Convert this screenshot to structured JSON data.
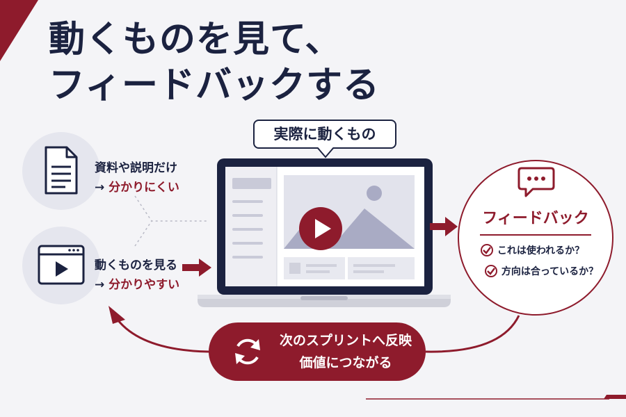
{
  "title": {
    "line1": "動くものを見て、",
    "line2": "フィードバックする"
  },
  "document_block": {
    "icon": "document-icon",
    "line1": "資料や説明だけ",
    "arrow": "→",
    "line2": "分かりにくい"
  },
  "video_block": {
    "icon": "video-player-icon",
    "line1": "動くものを見る",
    "arrow": "→",
    "line2": "分かりやすい"
  },
  "laptop": {
    "callout": "実際に動くもの",
    "icon": "play-icon"
  },
  "feedback": {
    "icon": "chat-bubble-icon",
    "title": "フィードバック",
    "checks": [
      "これは使われるか？",
      "方向は合っているか？"
    ]
  },
  "loop": {
    "icon": "refresh-icon",
    "line1": "次のスプリントへ反映",
    "line2": "価値につながる"
  },
  "colors": {
    "accent": "#8e1b2c",
    "navy": "#1b2240",
    "background": "#f4f4f7",
    "muted": "#e5e6ee"
  }
}
